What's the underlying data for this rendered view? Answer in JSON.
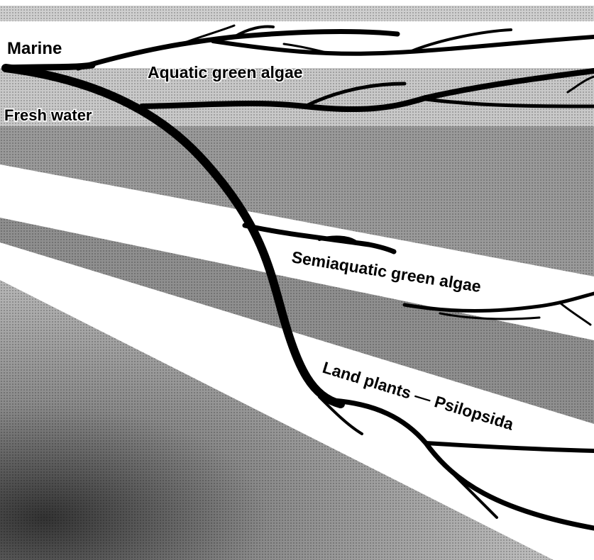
{
  "labels": {
    "marine": "Marine",
    "aquatic": "Aquatic green algae",
    "fresh": "Fresh water",
    "semiaquatic": "Semiaquatic green algae",
    "land": "Land plants — Psilopsida"
  },
  "colors": {
    "ink": "#000000",
    "paper": "#ffffff",
    "light_tone": "#cfcfcf",
    "mid_tone": "#a9a9a9",
    "dark_tone": "#6a6a6a"
  }
}
